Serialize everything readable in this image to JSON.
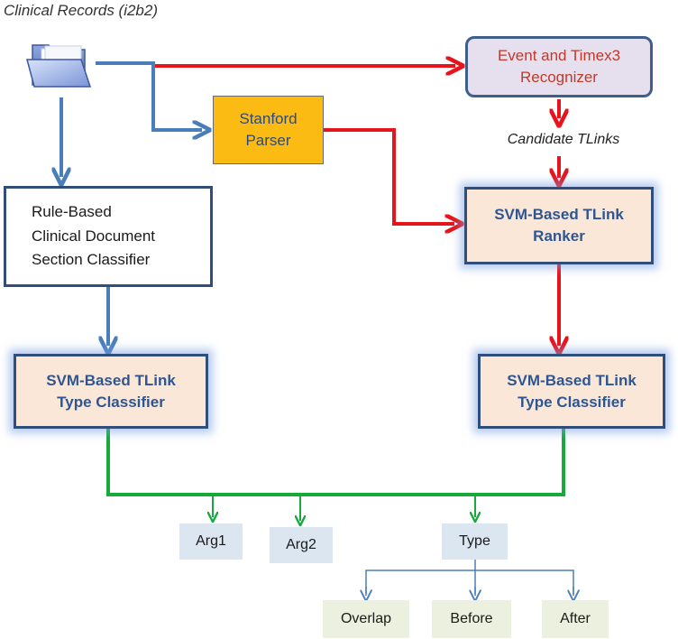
{
  "title": "Clinical Records (i2b2)",
  "icons": {
    "folder": "folder-icon"
  },
  "nodes": {
    "event_recognizer": [
      "Event and Timex3",
      "Recognizer"
    ],
    "stanford_parser": [
      "Stanford",
      "Parser"
    ],
    "candidate_tlinks": "Candidate TLinks",
    "section_classifier": [
      "Rule-Based",
      "Clinical Document",
      "Section Classifier"
    ],
    "tlink_ranker": [
      "SVM-Based TLink",
      "Ranker"
    ],
    "type_classifier_left": [
      "SVM-Based TLink",
      "Type Classifier"
    ],
    "type_classifier_right": [
      "SVM-Based TLink",
      "Type Classifier"
    ],
    "outputs": {
      "arg1": "Arg1",
      "arg2": "Arg2",
      "type": "Type"
    },
    "type_values": {
      "overlap": "Overlap",
      "before": "Before",
      "after": "After"
    }
  },
  "colors": {
    "blue_flow": "#4a7ebb",
    "red_flow": "#e8141b",
    "green_flow": "#18a83c",
    "event_text": "#c0392b",
    "stanford_fill": "#fbbb13",
    "svm_fill": "#fbe7d8",
    "svm_text": "#2f5690",
    "output_fill": "#dce6f1",
    "type_value_fill": "#ebf1de"
  }
}
